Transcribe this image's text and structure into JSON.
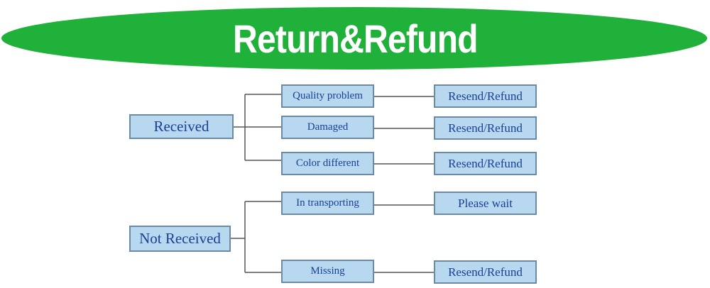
{
  "header": {
    "title": "Return&Refund"
  },
  "colors": {
    "banner": "#1fb13a",
    "box_fill": "#b8d8ef",
    "box_border": "#6b8aa6",
    "text": "#1b3f95"
  },
  "diagram": {
    "received": {
      "label": "Received",
      "branches": [
        {
          "issue": "Quality problem",
          "result": "Resend/Refund"
        },
        {
          "issue": "Damaged",
          "result": "Resend/Refund"
        },
        {
          "issue": "Color different",
          "result": "Resend/Refund"
        }
      ]
    },
    "not_received": {
      "label": "Not Received",
      "branches": [
        {
          "issue": "In transporting",
          "result": "Please wait"
        },
        {
          "issue": "Missing",
          "result": "Resend/Refund"
        }
      ]
    }
  }
}
